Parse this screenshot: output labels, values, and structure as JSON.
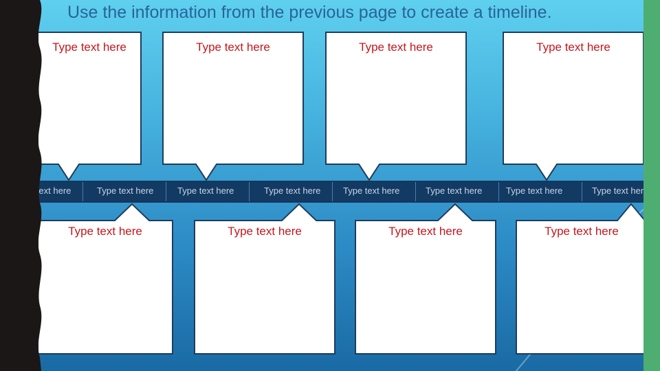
{
  "slide": {
    "title": "Use the information from the previous page to create a timeline.",
    "top_boxes": [
      "Type text here",
      "Type text here",
      "Type text here",
      "Type text here"
    ],
    "bottom_boxes": [
      "Type text here",
      "Type text here",
      "Type text here",
      "Type text here"
    ],
    "timeline_labels": [
      "Type text here",
      "Type text here",
      "Type text here",
      "Type text here",
      "Type text here",
      "Type text here",
      "Type text here",
      "Type text here"
    ]
  },
  "colors": {
    "title": "#28649a",
    "box_text": "#c5161d",
    "band": "#16365c",
    "accent_green": "#4eae71"
  }
}
